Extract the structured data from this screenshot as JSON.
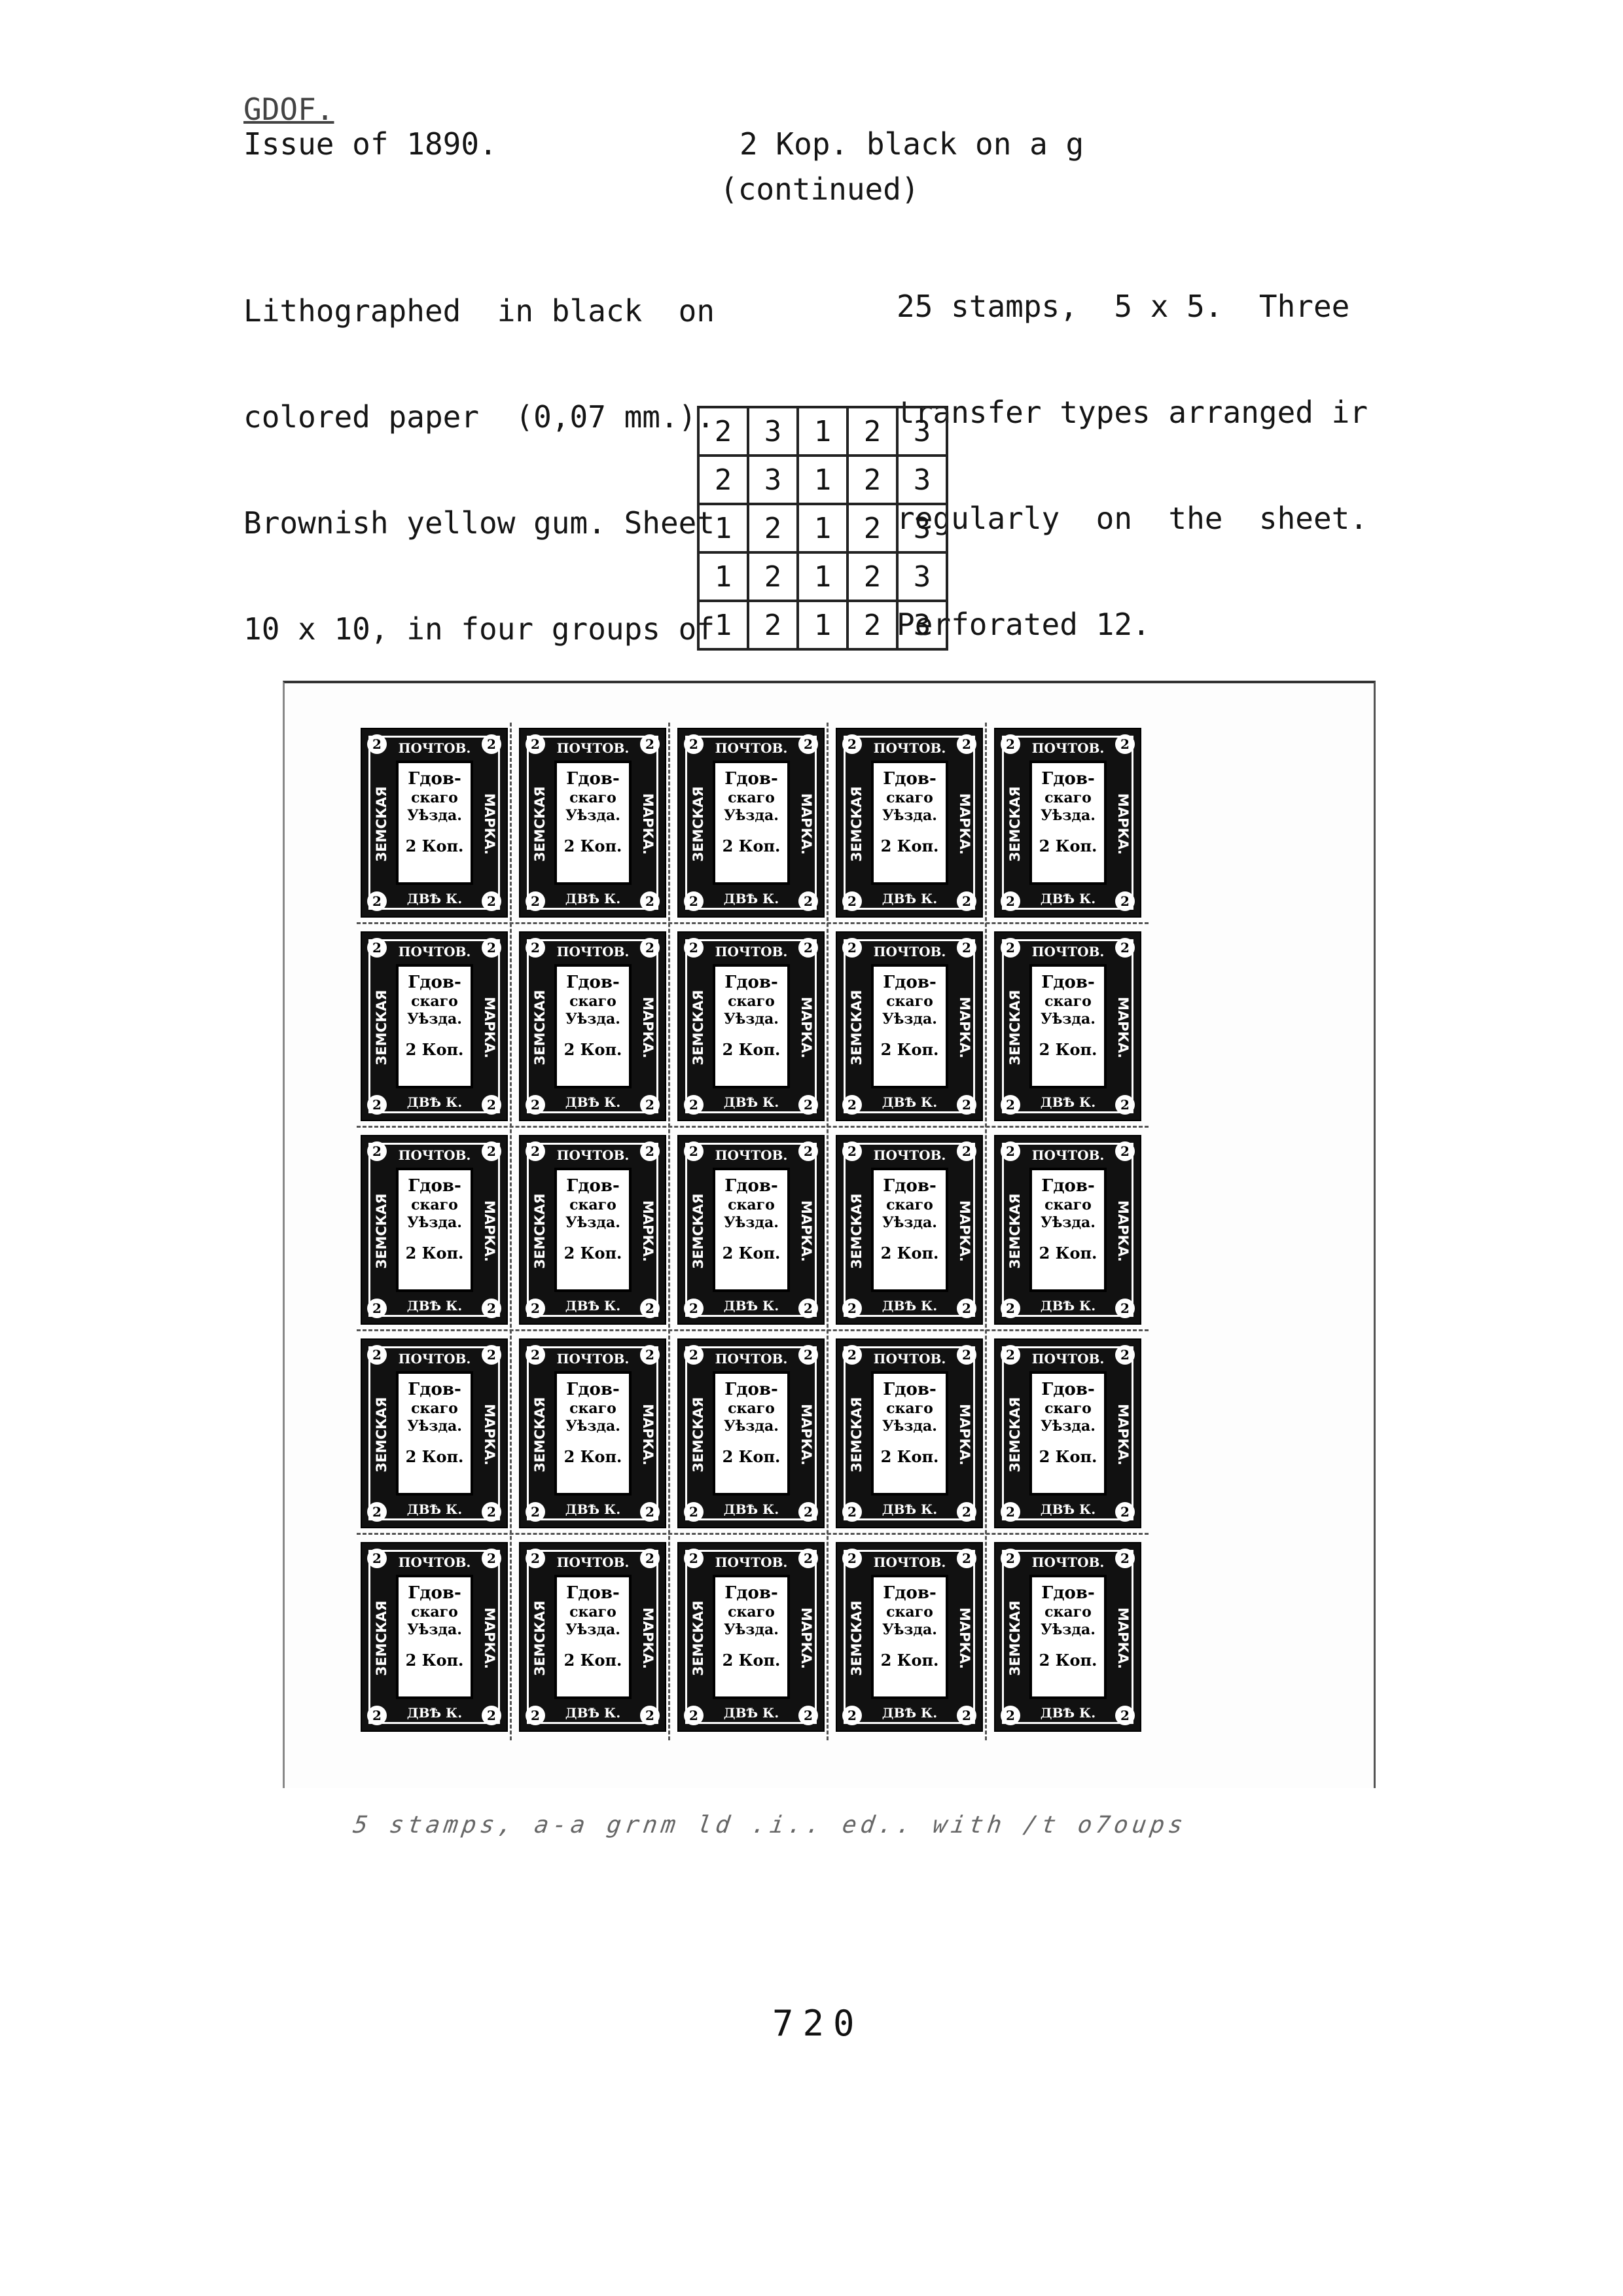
{
  "header": {
    "town": "GDOF.",
    "issue": "Issue of 1890.",
    "title": "2 Kop. black on a g",
    "continued": "(continued)"
  },
  "description": {
    "left_lines": [
      "Lithographed  in black  on",
      "colored paper  (0,07 mm.).",
      "Brownish yellow gum. Sheet",
      "10 x 10, in four groups of"
    ],
    "right_lines": [
      "25 stamps,  5 x 5.  Three",
      "transfer types arranged ir",
      "regularly  on  the  sheet.",
      "Perforated 12."
    ]
  },
  "type_grid": [
    [
      "2",
      "3",
      "1",
      "2",
      "3"
    ],
    [
      "2",
      "3",
      "1",
      "2",
      "3"
    ],
    [
      "1",
      "2",
      "1",
      "2",
      "3"
    ],
    [
      "1",
      "2",
      "1",
      "2",
      "3"
    ],
    [
      "1",
      "2",
      "1",
      "2",
      "3"
    ]
  ],
  "stamp": {
    "top_text": "ПОЧТОВ.",
    "center_line1": "Гдов-",
    "center_line2": "скаго",
    "center_line3": "Уѣзда.",
    "value_text": "2 Коп.",
    "bottom_text": "ДВѢ К.",
    "left_text": "ЗЕМСКАЯ",
    "right_text": "МАРКА.",
    "corner_numeral": "2"
  },
  "caption": "5 stamps, a-a  grnm  ld   .i..  ed..  with  /t  o7oups",
  "page_number": "720"
}
